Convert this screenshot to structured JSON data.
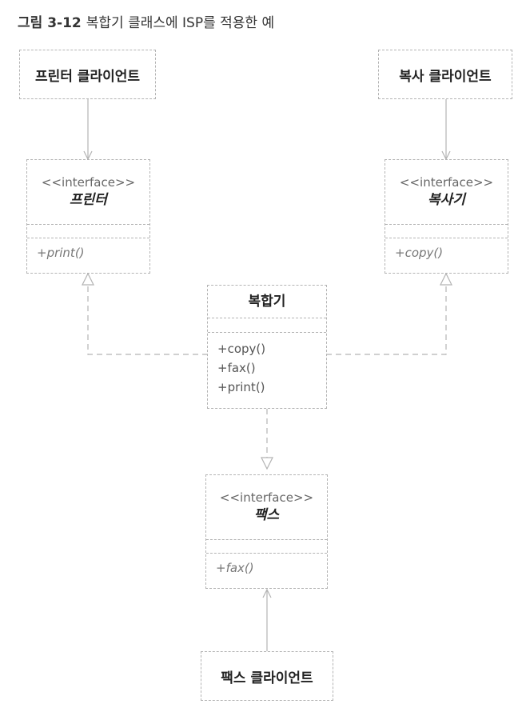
{
  "caption": {
    "label": "그림 3-12",
    "text": "복합기 클래스에 ISP를 적용한 예"
  },
  "printer_client": {
    "label": "프린터 클라이언트"
  },
  "copier_client": {
    "label": "복사 클라이언트"
  },
  "fax_client": {
    "label": "팩스 클라이언트"
  },
  "printer_interface": {
    "stereotype": "<<interface>>",
    "name": "프린터",
    "operations": [
      "+print()"
    ]
  },
  "copier_interface": {
    "stereotype": "<<interface>>",
    "name": "복사기",
    "operations": [
      "+copy()"
    ]
  },
  "fax_interface": {
    "stereotype": "<<interface>>",
    "name": "팩스",
    "operations": [
      "+fax()"
    ]
  },
  "multifunction": {
    "name": "복합기",
    "operations": [
      "+copy()",
      "+fax()",
      "+print()"
    ]
  },
  "colors": {
    "border": "#b3b3b3",
    "line": "#b3b3b3",
    "text": "#222222"
  }
}
